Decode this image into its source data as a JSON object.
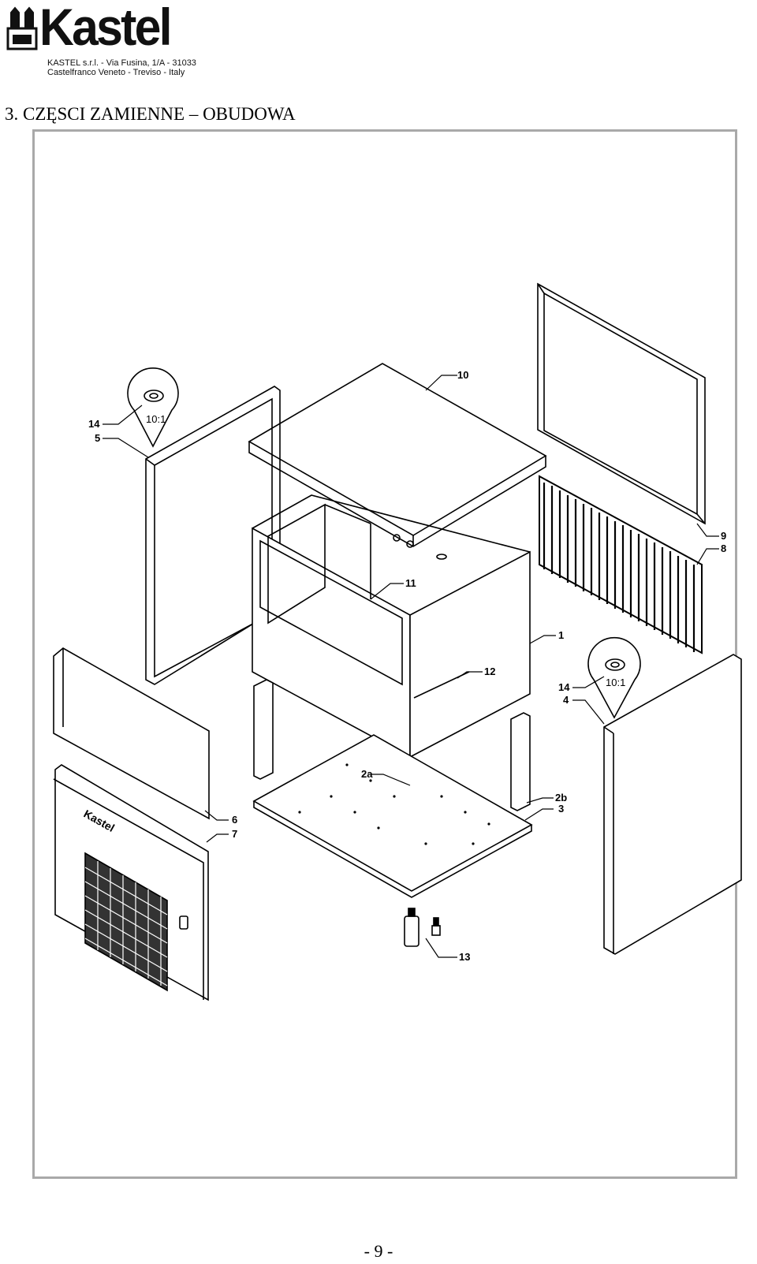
{
  "header": {
    "brand": "Kastel",
    "address_line1": "KASTEL s.r.l. - Via Fusina, 1/A - 31033",
    "address_line2": "Castelfranco Veneto - Treviso - Italy"
  },
  "title": "3.   CZĘSCI ZAMIENNE – OBUDOWA",
  "diagram": {
    "callouts": [
      "10",
      "14",
      "5",
      "9",
      "8",
      "11",
      "1",
      "12",
      "14",
      "4",
      "6",
      "7",
      "2a",
      "2b",
      "3",
      "13"
    ],
    "zoom_labels": [
      "10:1",
      "10:1"
    ],
    "panel_logo": "Kastel"
  },
  "page_number": "- 9 -"
}
